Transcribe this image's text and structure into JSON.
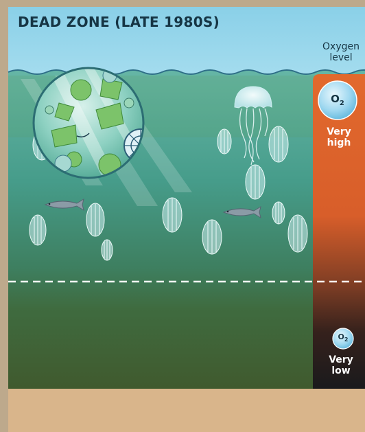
{
  "title": "DEAD ZONE (LATE 1980S)",
  "oxygen_panel": {
    "label_line1": "Oxygen",
    "label_line2": "level",
    "high": {
      "symbol": "O",
      "subscript": "2",
      "text_line1": "Very",
      "text_line2": "high",
      "color": "#e2692d"
    },
    "low": {
      "symbol": "O",
      "subscript": "2",
      "text_line1": "Very",
      "text_line2": "low",
      "color": "#1c1c1e"
    }
  },
  "colors": {
    "sky": "#8fd1e6",
    "water_top": "#64b3a4",
    "water_deep": "#415a30",
    "seafloor": "#d9b58b",
    "border": "#bda98c"
  },
  "icons": [
    "phytoplankton-bloom-icon",
    "jellyfish-icon",
    "comb-jelly-icon",
    "fish-icon",
    "oxygen-bubble-icon"
  ]
}
